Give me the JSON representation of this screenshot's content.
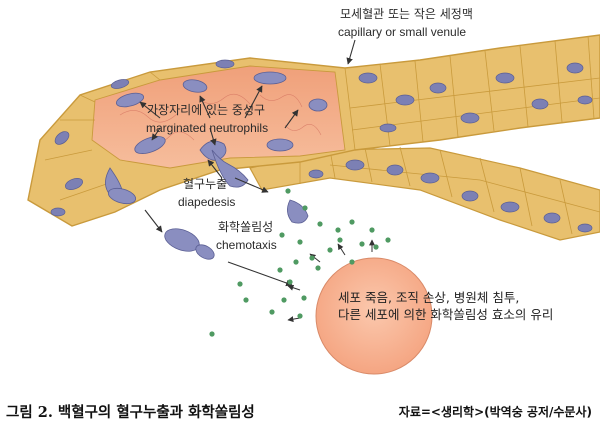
{
  "labels": {
    "vessel_ko": "모세혈관 또는 작은 세정맥",
    "vessel_en": "capillary or small venule",
    "marginated_ko": "가장자리에 있는 중성구",
    "marginated_en": "marginated neutrophils",
    "diapedesis_ko": "혈구누출",
    "diapedesis_en": "diapedesis",
    "chemotaxis_ko": "화학쏠림성",
    "chemotaxis_en": "chemotaxis",
    "site_line1": "세포 죽음, 조직 손상, 병원체 침투,",
    "site_line2": "다른 세포에 의한 화학쏠림성 효소의 유리"
  },
  "caption": "그림 2. 백혈구의 혈구누출과 화학쏠림성",
  "source": "자료=<생리학>(박역숭 공저/수문사)",
  "colors": {
    "vessel_wall": "#e8c06e",
    "vessel_edge": "#c99a3c",
    "nucleus": "#7c80b4",
    "lumen": "#f2a886",
    "site": "#f7b495",
    "chemo_dot": "#4f9a62",
    "neutrophil": "#8a8ec0"
  }
}
